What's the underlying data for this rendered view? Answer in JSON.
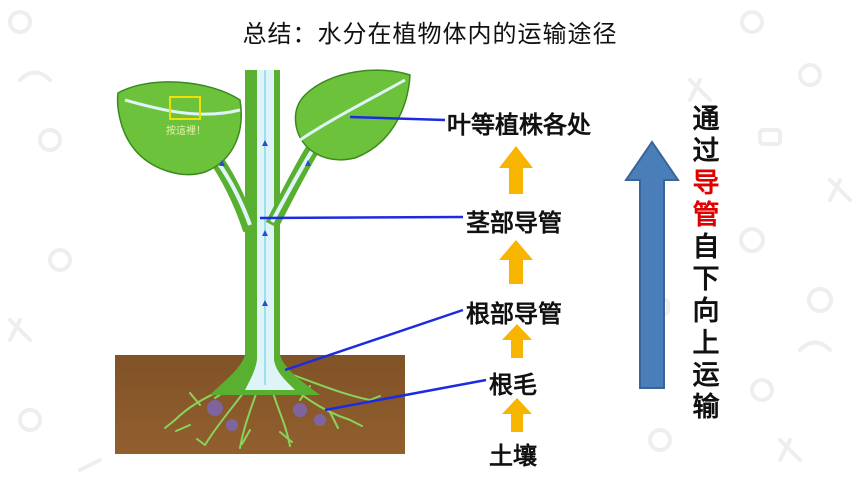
{
  "title": "总结：水分在植物体内的运输途径",
  "leaf_tag": "按這裡！",
  "labels": {
    "leaves": "叶等植株各处",
    "stem_vessel": "茎部导管",
    "root_vessel": "根部导管",
    "root_hair": "根毛",
    "soil": "土壤"
  },
  "vertical_text": {
    "chars": [
      "通",
      "过",
      "导",
      "管",
      "自",
      "下",
      "向",
      "上",
      "运",
      "输"
    ],
    "highlight_chars": [
      "导",
      "管"
    ],
    "highlight_color": "#e00000"
  },
  "colors": {
    "soil": "#8a5a2b",
    "plant": "#59b030",
    "vessel": "#dff4f8",
    "pointer": "#1d2be0",
    "small_arrow": "#f7b500",
    "big_arrow": "#4a7eb8"
  },
  "icons": [
    "sports-watermark-icons"
  ]
}
